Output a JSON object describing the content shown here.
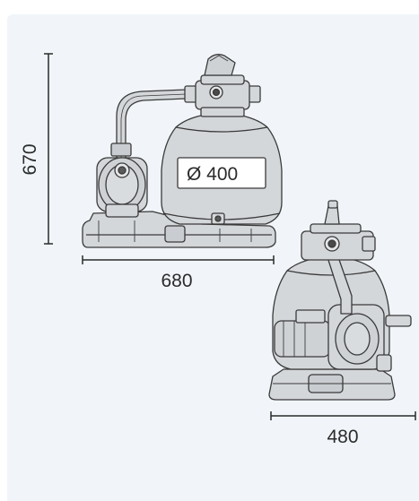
{
  "dimensions": {
    "height": "670",
    "width": "680",
    "depth": "480",
    "diameter": "Ø 400"
  },
  "colors": {
    "background": "#f1f5f9",
    "line": "#3a3a3a",
    "body_fill": "#d4d7da",
    "label_fill": "#ffffff"
  }
}
